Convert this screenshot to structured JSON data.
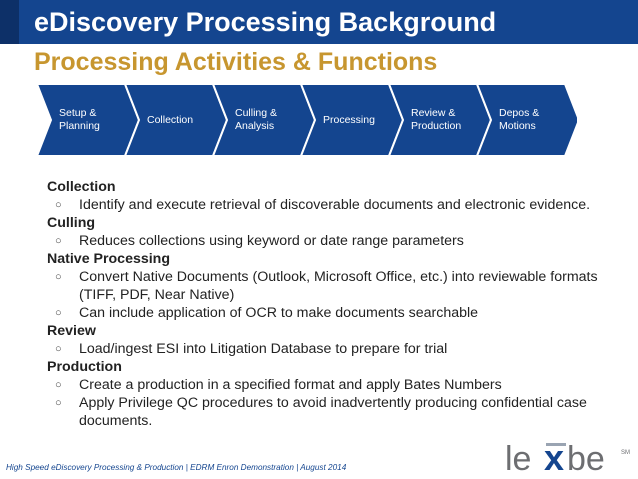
{
  "header": {
    "title": "eDiscovery Processing Background",
    "subtitle": "Processing Activities & Functions"
  },
  "colors": {
    "title_bar": "#14458f",
    "subtitle": "#c7962f",
    "chevron": "#14458f"
  },
  "chevrons": [
    {
      "label": "Setup &\nPlanning"
    },
    {
      "label": "Collection"
    },
    {
      "label": "Culling &\nAnalysis"
    },
    {
      "label": "Processing"
    },
    {
      "label": "Review &\nProduction"
    },
    {
      "label": "Depos &\nMotions"
    }
  ],
  "sections": [
    {
      "heading": "Collection",
      "bullets": [
        "Identify and execute retrieval of discoverable documents and electronic evidence."
      ]
    },
    {
      "heading": "Culling",
      "bullets": [
        "Reduces collections using keyword or date range parameters"
      ]
    },
    {
      "heading": "Native Processing",
      "bullets": [
        "Convert Native Documents (Outlook, Microsoft Office, etc.) into reviewable formats (TIFF, PDF, Near Native)",
        "Can include application of OCR to make documents searchable"
      ]
    },
    {
      "heading": "Review",
      "bullets": [
        " Load/ingest ESI into Litigation Database to prepare for trial"
      ]
    },
    {
      "heading": "Production",
      "bullets": [
        "Create a production in a specified format and apply Bates Numbers",
        "Apply Privilege QC procedures to avoid inadvertently producing confidential case documents."
      ]
    }
  ],
  "bullet_symbol": "○",
  "footer": "High Speed eDiscovery Processing & Production | EDRM Enron Demonstration | August 2014",
  "logo": {
    "text_left": "le",
    "text_x": "x",
    "text_right": "be",
    "mark": "SM"
  }
}
